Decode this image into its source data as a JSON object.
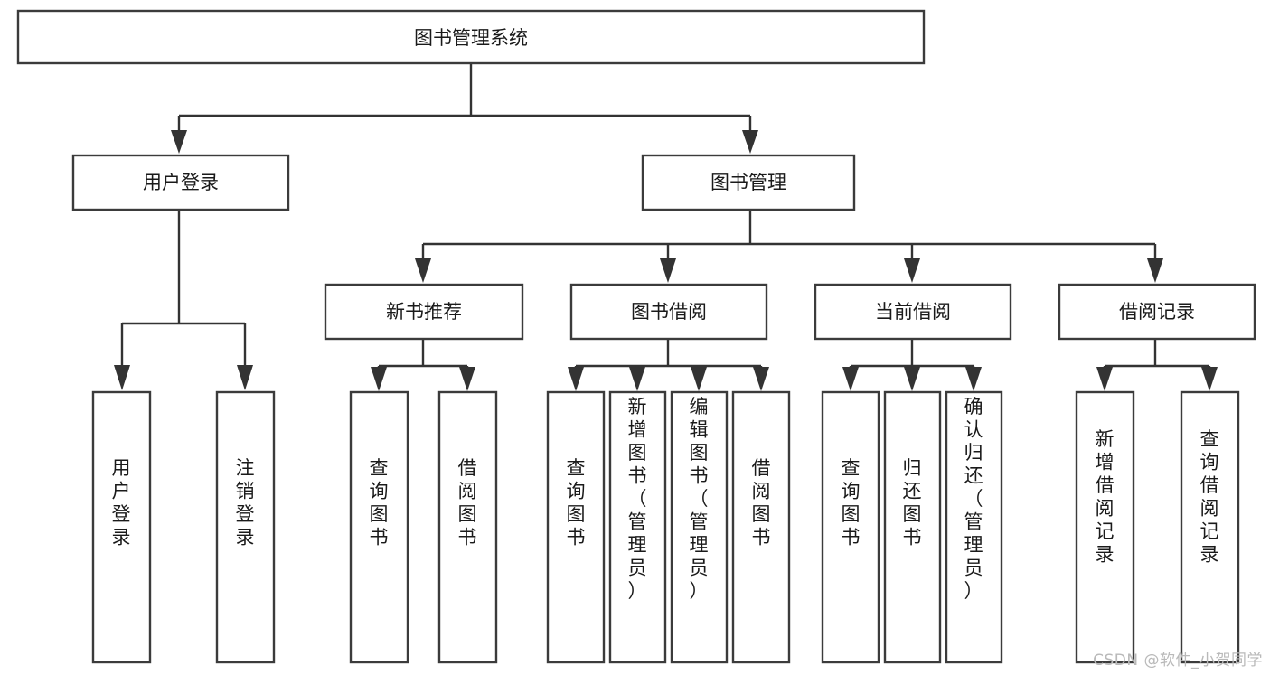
{
  "diagram": {
    "type": "hierarchy-tree",
    "title": "图书管理系统",
    "watermark": "CSDN @软件_小贺同学",
    "colors": {
      "box_stroke": "#3b3b3b",
      "box_fill": "#ffffff",
      "connector": "#333333",
      "text": "#1a1a1a",
      "watermark": "#b9b9b9",
      "background": "#ffffff"
    },
    "levels": {
      "root": {
        "id": "root",
        "label": "图书管理系统",
        "orientation": "horizontal"
      },
      "level2": [
        {
          "id": "user-login",
          "label": "用户登录",
          "orientation": "horizontal"
        },
        {
          "id": "book-manage",
          "label": "图书管理",
          "orientation": "horizontal"
        }
      ],
      "level3": [
        {
          "id": "new-book-recommend",
          "label": "新书推荐",
          "orientation": "horizontal",
          "parent": "book-manage"
        },
        {
          "id": "book-borrow",
          "label": "图书借阅",
          "orientation": "horizontal",
          "parent": "book-manage"
        },
        {
          "id": "current-borrow",
          "label": "当前借阅",
          "orientation": "horizontal",
          "parent": "book-manage"
        },
        {
          "id": "borrow-record",
          "label": "借阅记录",
          "orientation": "horizontal",
          "parent": "book-manage"
        }
      ],
      "leaves": [
        {
          "id": "leaf-user-login",
          "label": "用户登录",
          "orientation": "vertical",
          "parent": "user-login"
        },
        {
          "id": "leaf-user-logout",
          "label": "注销登录",
          "orientation": "vertical",
          "parent": "user-login"
        },
        {
          "id": "leaf-query-book-1",
          "label": "查询图书",
          "orientation": "vertical",
          "parent": "new-book-recommend"
        },
        {
          "id": "leaf-borrow-book-1",
          "label": "借阅图书",
          "orientation": "vertical",
          "parent": "new-book-recommend"
        },
        {
          "id": "leaf-query-book-2",
          "label": "查询图书",
          "orientation": "vertical",
          "parent": "book-borrow"
        },
        {
          "id": "leaf-add-book",
          "label": "新增图书（管理员）",
          "orientation": "vertical",
          "parent": "book-borrow"
        },
        {
          "id": "leaf-edit-book",
          "label": "编辑图书（管理员）",
          "orientation": "vertical",
          "parent": "book-borrow"
        },
        {
          "id": "leaf-borrow-book-2",
          "label": "借阅图书",
          "orientation": "vertical",
          "parent": "book-borrow"
        },
        {
          "id": "leaf-query-book-3",
          "label": "查询图书",
          "orientation": "vertical",
          "parent": "current-borrow"
        },
        {
          "id": "leaf-return-book",
          "label": "归还图书",
          "orientation": "vertical",
          "parent": "current-borrow"
        },
        {
          "id": "leaf-confirm-return",
          "label": "确认归还（管理员）",
          "orientation": "vertical",
          "parent": "current-borrow"
        },
        {
          "id": "leaf-add-record",
          "label": "新增借阅记录",
          "orientation": "vertical",
          "parent": "borrow-record"
        },
        {
          "id": "leaf-query-record",
          "label": "查询借阅记录",
          "orientation": "vertical",
          "parent": "borrow-record"
        }
      ]
    }
  }
}
